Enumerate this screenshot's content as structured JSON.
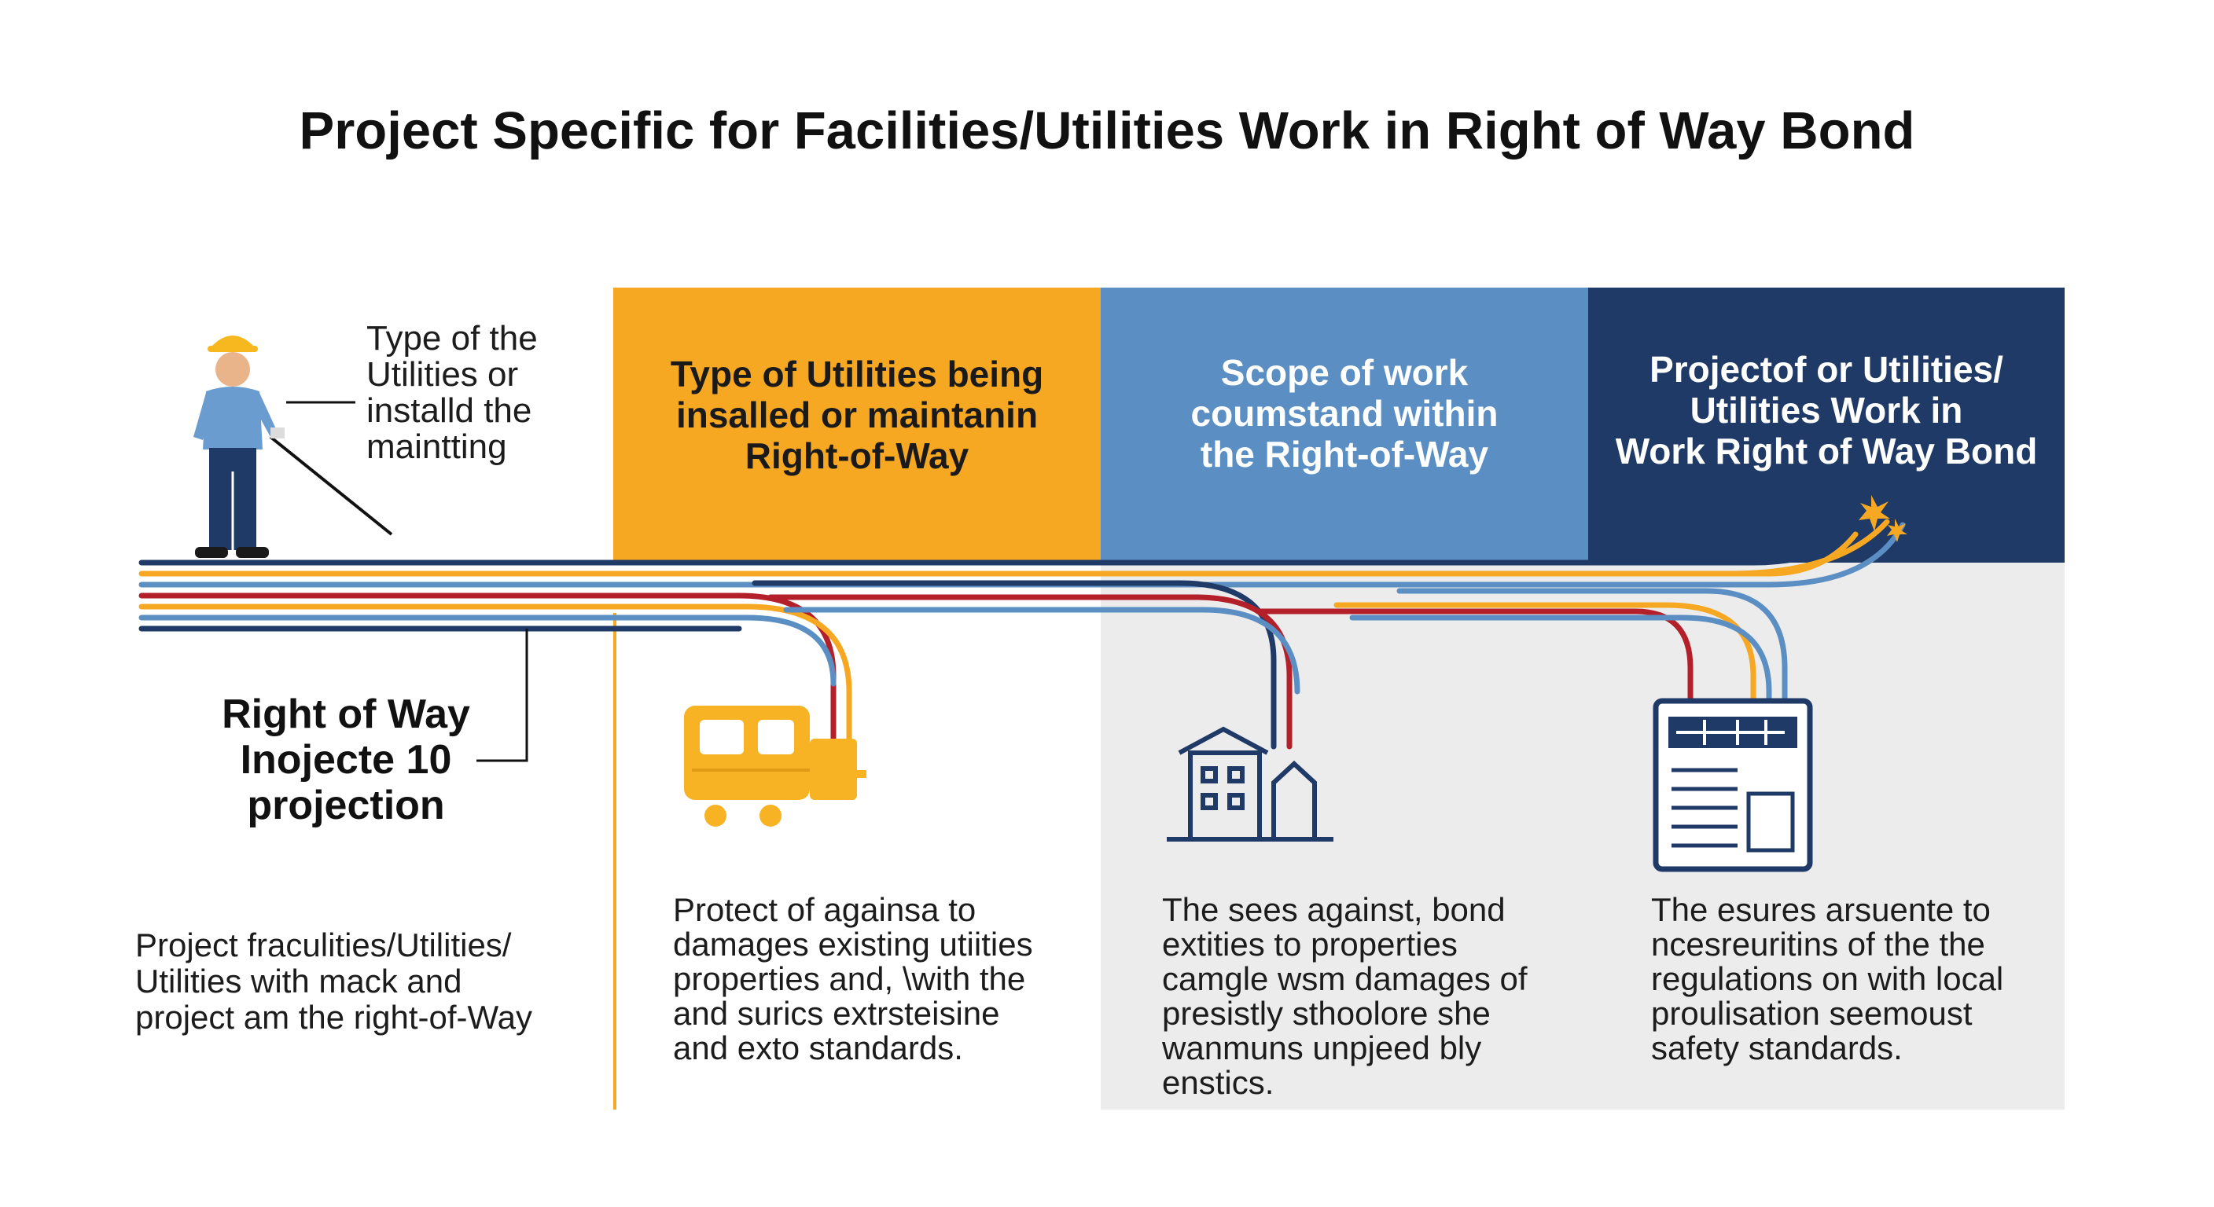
{
  "title": "Project Specific for Facilities/Utilities Work in Right of Way Bond",
  "worker_caption": "Type of the\nUtilities or\ninstalld the\nmaintting",
  "row_label": "Right of Way\nInojecte 10\nprojection",
  "left_note": "Project fraculities/Utilities/\nUtilities with mack and\nproject am the right-of-Way",
  "panels": [
    {
      "header": "Type of Utilities being\ninsalled or maintanin\nRight-of-Way",
      "icon": "utility-truck-icon",
      "description": "Protect of againsa to\ndamages existing utiities\nproperties and, \\with the\nand surics extrsteisine\nand exto standards.",
      "color": "#f7a823"
    },
    {
      "header": "Scope of work\ncoumstand within\nthe Right-of-Way",
      "icon": "building-icon",
      "description": "The sees against, bond\nextities to properties\ncamgle wsm damages of\npresistly sthoolore she\nwanmuns unpjeed bly\nenstics.",
      "color": "#5b8fc4"
    },
    {
      "header": "Projectof or Utilities/\nUtilities Work in\nWork Right of Way Bond",
      "icon": "bond-document-icon",
      "description": "The esures arsuente to\nncesreuritins of the the\nregulations on with local\nproulisation seemoust\nsafety standards.",
      "color": "#1f3a66"
    }
  ],
  "colors": {
    "yellow": "#f7a823",
    "blue": "#5b8fc4",
    "navy": "#1f3a66",
    "red": "#b3202a",
    "light_panel": "#ececed"
  }
}
